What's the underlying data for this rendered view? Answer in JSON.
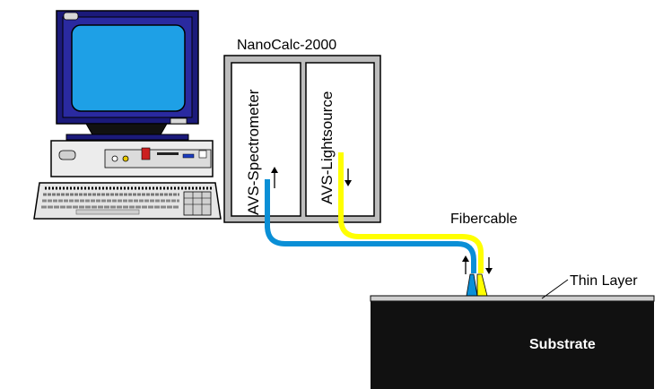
{
  "device": {
    "title": "NanoCalc-2000"
  },
  "modules": {
    "spectrometer": "AVS-Spectrometer",
    "lightsource": "AVS-Lightsource"
  },
  "labels": {
    "fibercable": "Fibercable",
    "thin_layer": "Thin Layer",
    "substrate": "Substrate"
  },
  "colors": {
    "fiber_blue": "#0a8fd6",
    "fiber_yellow": "#ffff00",
    "monitor_frame": "#1b1a7a",
    "monitor_screen": "#1ea0e6",
    "substrate": "#111111",
    "thin_layer": "#cfcfcf",
    "instrument_gray": "#bdbdbd"
  },
  "icons": [
    "computer-icon",
    "monitor-icon",
    "keyboard-icon"
  ]
}
